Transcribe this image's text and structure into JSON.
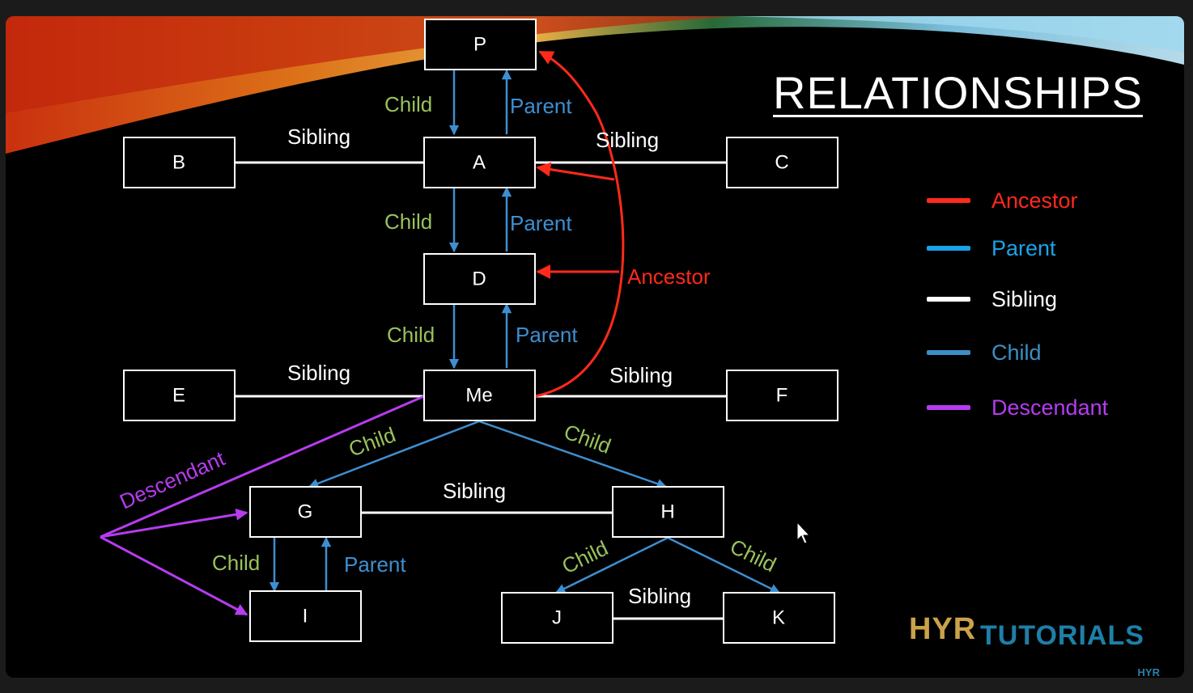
{
  "title": "RELATIONSHIPS",
  "nodes": {
    "P": "P",
    "A": "A",
    "B": "B",
    "C": "C",
    "D": "D",
    "Me": "Me",
    "E": "E",
    "F": "F",
    "G": "G",
    "H": "H",
    "I": "I",
    "J": "J",
    "K": "K"
  },
  "edge_labels": {
    "child_pa": "Child",
    "parent_pa": "Parent",
    "child_ad": "Child",
    "parent_ad": "Parent",
    "child_dme": "Child",
    "parent_dme": "Parent",
    "sibling_ba": "Sibling",
    "sibling_ac": "Sibling",
    "sibling_eme": "Sibling",
    "sibling_mef": "Sibling",
    "child_meg": "Child",
    "child_meh": "Child",
    "sibling_gh": "Sibling",
    "child_gi": "Child",
    "parent_gi": "Parent",
    "child_hj": "Child",
    "child_hk": "Child",
    "sibling_jk": "Sibling",
    "ancestor": "Ancestor",
    "descendant": "Descendant"
  },
  "legend": [
    {
      "label": "Ancestor",
      "color": "#ff2a1a"
    },
    {
      "label": "Parent",
      "color": "#1aa3e8"
    },
    {
      "label": "Sibling",
      "color": "#ffffff"
    },
    {
      "label": "Child",
      "color": "#3b8fc4"
    },
    {
      "label": "Descendant",
      "color": "#b63cf0"
    }
  ],
  "colors": {
    "ancestor": "#ff2a1a",
    "parent": "#3d8fd1",
    "child_text": "#9ac25a",
    "parent_text": "#3d8fd1",
    "sibling": "#ffffff",
    "descendant": "#b63cf0"
  },
  "logo": {
    "hyr": "HYR",
    "tutorials": "TUTORIALS",
    "small": "HYR"
  }
}
